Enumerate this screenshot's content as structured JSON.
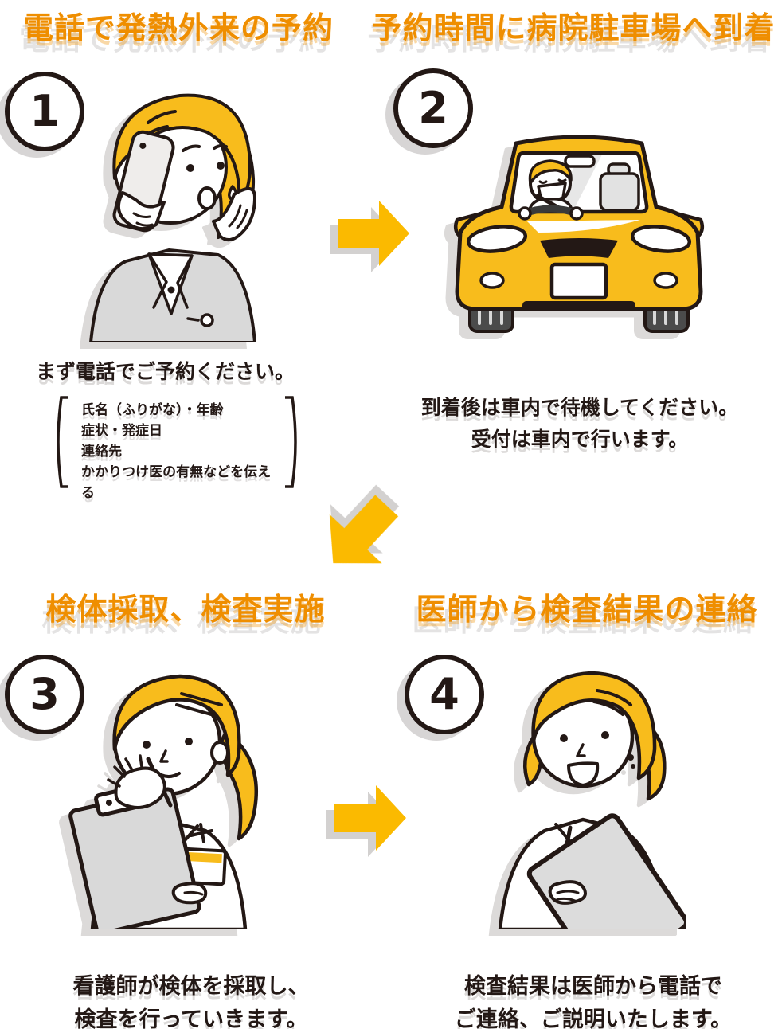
{
  "colors": {
    "heading_orange": "#EF8E00",
    "arrow_yellow": "#FBBA00",
    "ink": "#231815",
    "illustration_yellow": "#F8BC1C",
    "suit_grey": "#D9D9D9"
  },
  "flow": {
    "steps": [
      {
        "number": "1",
        "title": "電話で発熱外来の予約",
        "lines": [
          "まず電話でご予約ください。"
        ],
        "list": [
          "氏名（ふりがな）・年齢",
          "症状・発症日",
          "連絡先",
          "かかりつけ医の有無などを伝える"
        ],
        "illustration": "woman-calling"
      },
      {
        "number": "2",
        "title": "予約時間に病院駐車場へ到着",
        "lines": [
          "到着後は車内で待機してください。",
          "受付は車内で行います。"
        ],
        "illustration": "car-arrival"
      },
      {
        "number": "3",
        "title": "検体採取、検査実施",
        "lines": [
          "看護師が検体を採取し、",
          "検査を行っていきます。"
        ],
        "illustration": "nurse-sampling"
      },
      {
        "number": "4",
        "title": "医師から検査結果の連絡",
        "lines": [
          "検査結果は医師から電話で",
          "ご連絡、ご説明いたします。"
        ],
        "illustration": "doctor-results"
      }
    ]
  }
}
